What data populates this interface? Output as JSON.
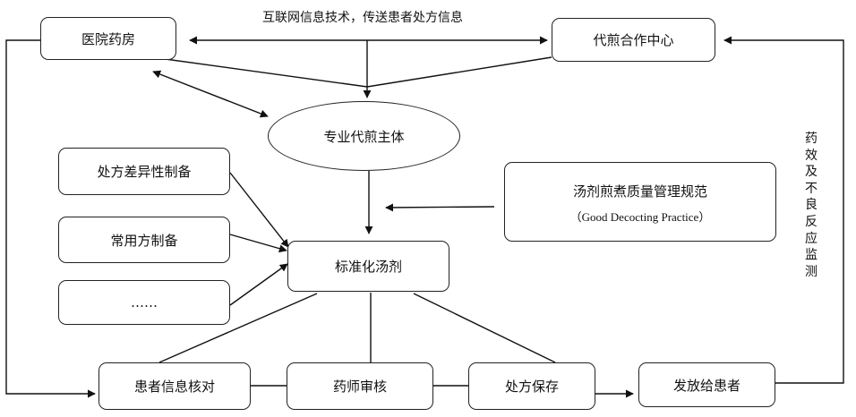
{
  "diagram": {
    "top_label": "互联网信息技术，传送患者处方信息",
    "nodes": {
      "hospital_pharmacy": "医院药房",
      "decoction_center": "代煎合作中心",
      "professional_decoction_body": "专业代煎主体",
      "prescription_diff": "处方差异性制备",
      "common_prescription": "常用方制备",
      "ellipsis": "……",
      "gdp_title": "汤剂煎煮质量管理规范",
      "gdp_subtitle": "（Good Decocting Practice）",
      "standardized_decoction": "标准化汤剂",
      "patient_info_check": "患者信息核对",
      "pharmacist_review": "药师审核",
      "prescription_storage": "处方保存",
      "dispense_to_patient": "发放给患者"
    },
    "side_label": "药效及不良反应监测"
  }
}
